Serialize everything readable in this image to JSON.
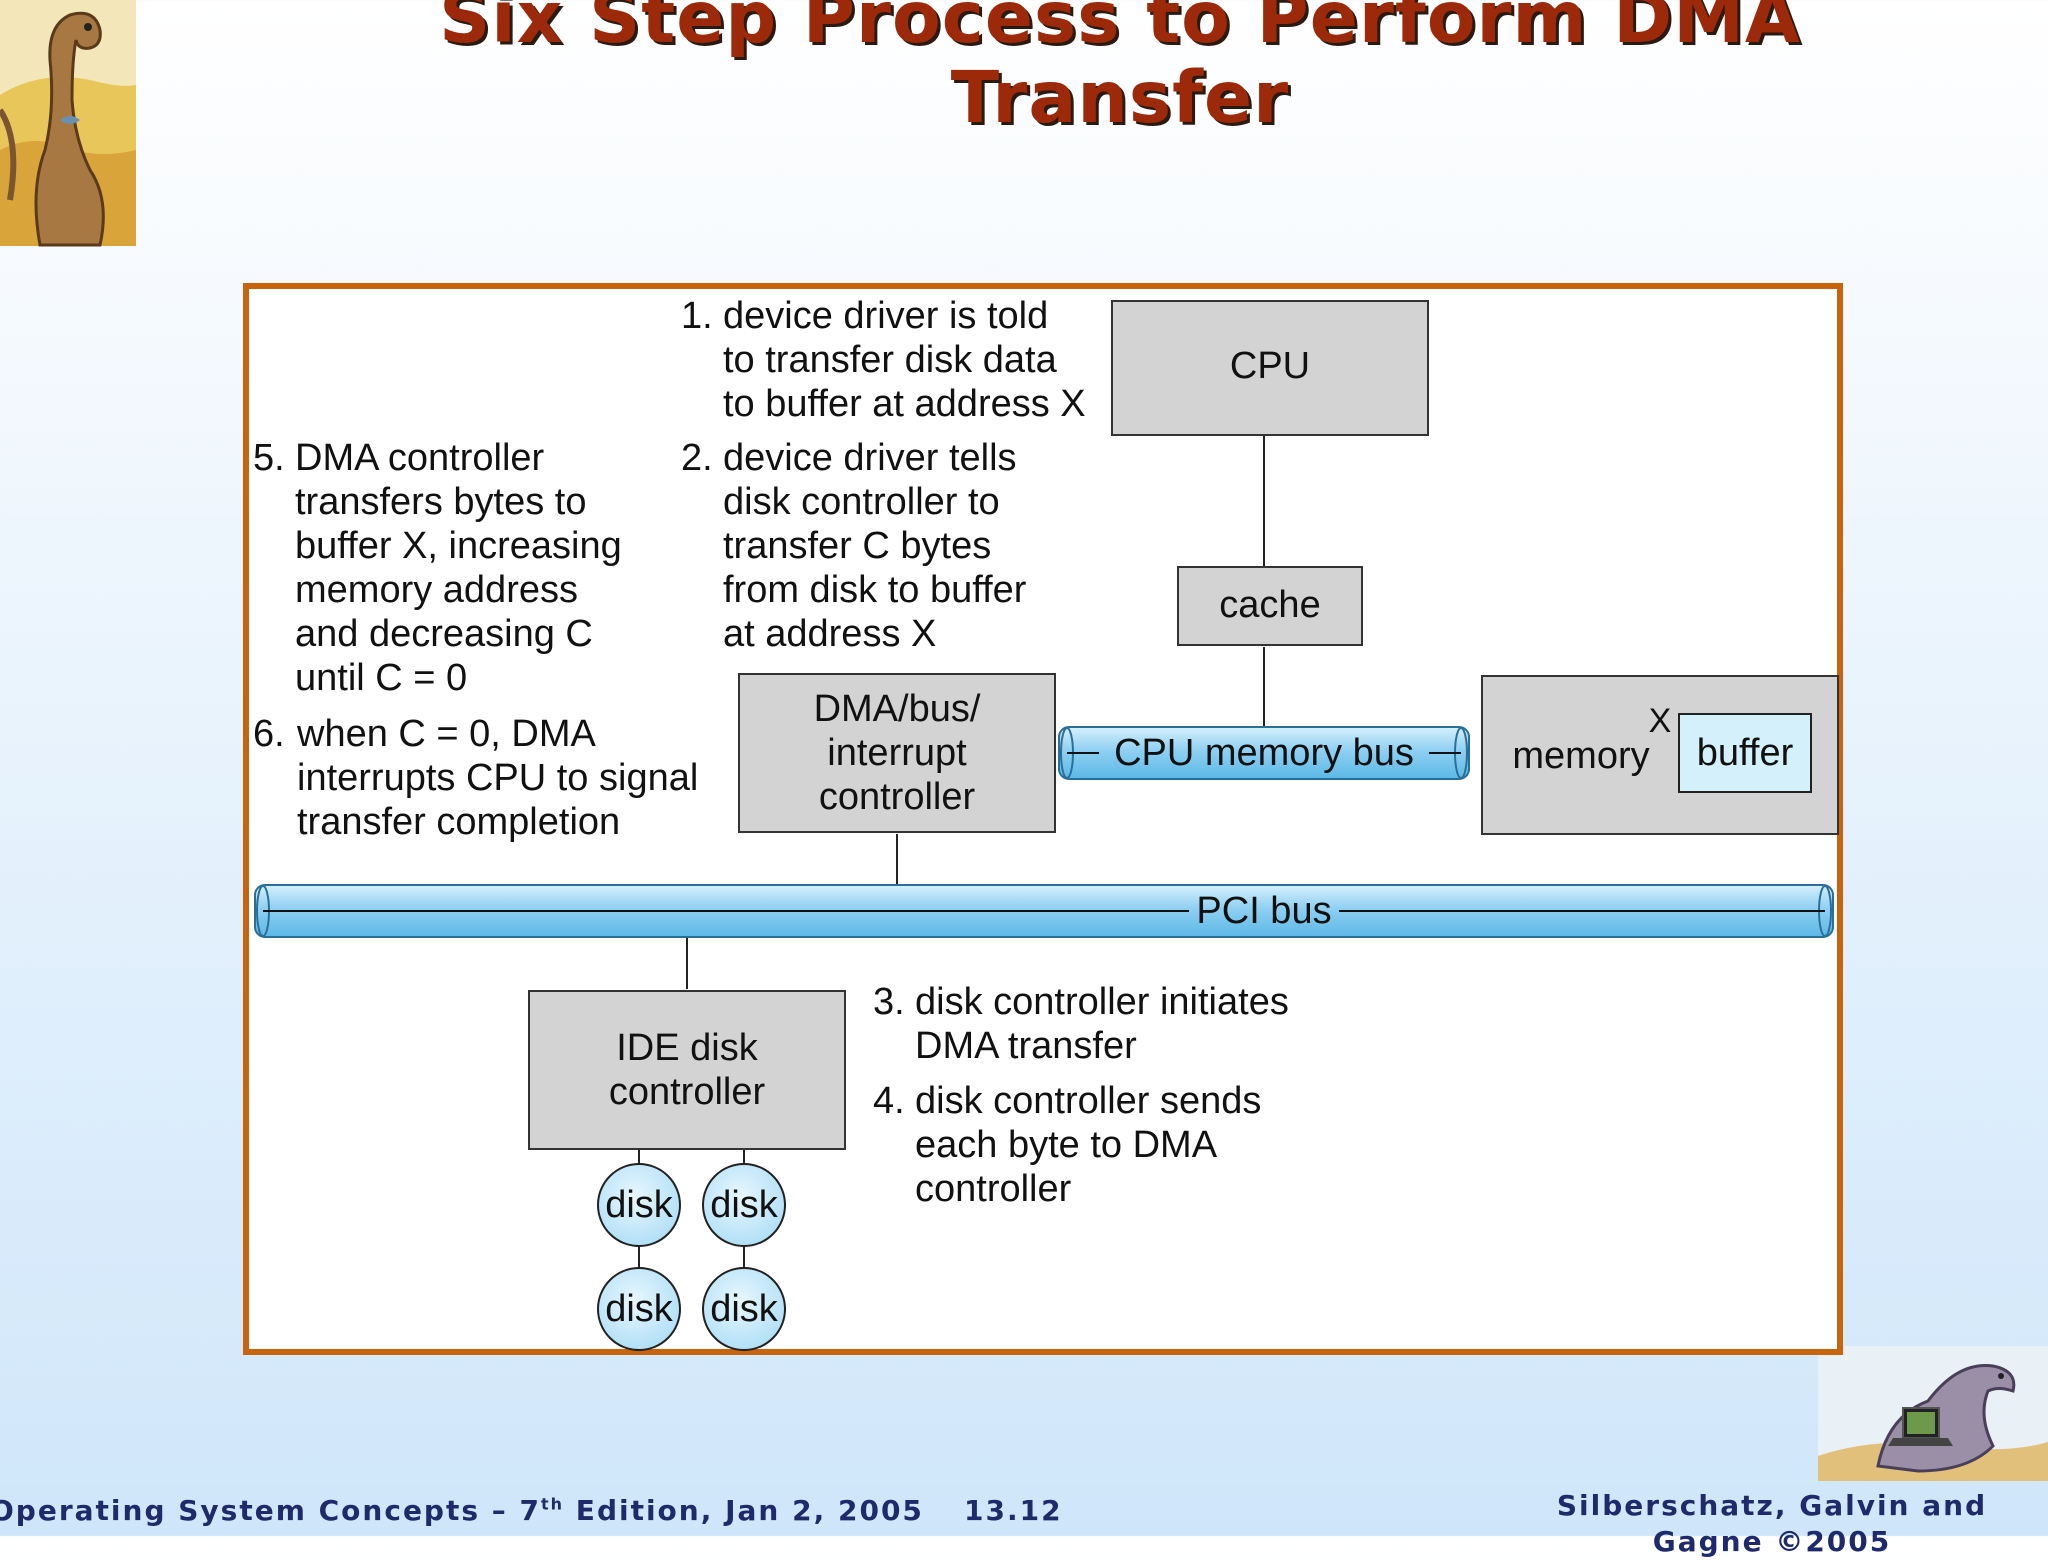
{
  "title": "Six Step Process to Perform DMA Transfer",
  "diagram": {
    "cpu": "CPU",
    "cache": "cache",
    "cpu_memory_bus": "CPU memory bus",
    "memory": "memory",
    "memory_x": "X",
    "buffer": "buffer",
    "dma_controller": [
      "DMA/bus/",
      "interrupt",
      "controller"
    ],
    "pci_bus": "PCI bus",
    "ide_controller": [
      "IDE disk",
      "controller"
    ],
    "disks": [
      "disk",
      "disk",
      "disk",
      "disk"
    ],
    "steps": [
      {
        "num": "1.",
        "lines": [
          "device driver is told",
          "to transfer disk data",
          "to buffer at address X"
        ]
      },
      {
        "num": "2.",
        "lines": [
          "device driver tells",
          "disk controller to",
          "transfer C bytes",
          "from disk to buffer",
          "at address X"
        ]
      },
      {
        "num": "3.",
        "lines": [
          "disk controller initiates",
          "DMA transfer"
        ]
      },
      {
        "num": "4.",
        "lines": [
          "disk controller sends",
          "each byte to DMA",
          "controller"
        ]
      },
      {
        "num": "5.",
        "lines": [
          "DMA controller",
          "transfers bytes to",
          "buffer X, increasing",
          "memory address",
          "and decreasing C",
          "until C = 0"
        ]
      },
      {
        "num": "6.",
        "lines": [
          "when C = 0, DMA",
          "interrupts CPU to signal",
          "transfer completion"
        ]
      }
    ]
  },
  "footer": {
    "left_prefix": "Operating System Concepts – 7",
    "left_sup": "th",
    "left_suffix": " Edition, Jan 2, 2005",
    "center": "13.12",
    "right": "Silberschatz, Galvin and Gagne ©2005"
  },
  "colors": {
    "title": "#9c2a0a",
    "frame": "#c8630e",
    "bus": "#8fd0f2",
    "box": "#d3d3d3",
    "footer": "#1f2a6b"
  }
}
